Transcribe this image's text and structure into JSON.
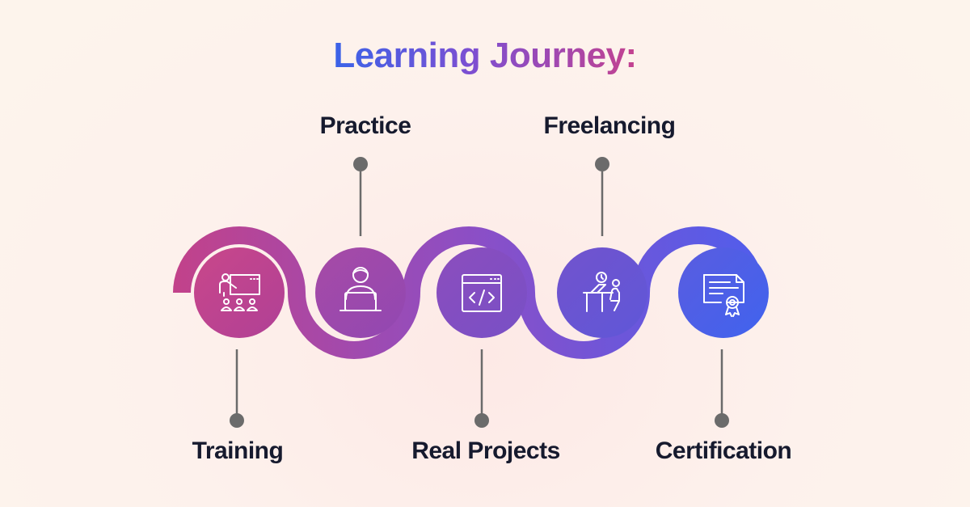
{
  "title": "Learning Journey:",
  "stages": [
    {
      "label": "Training",
      "icon": "presentation-icon",
      "label_position": "bottom"
    },
    {
      "label": "Practice",
      "icon": "laptop-user-icon",
      "label_position": "top"
    },
    {
      "label": "Real Projects",
      "icon": "code-window-icon",
      "label_position": "bottom"
    },
    {
      "label": "Freelancing",
      "icon": "remote-work-icon",
      "label_position": "top"
    },
    {
      "label": "Certification",
      "icon": "certificate-icon",
      "label_position": "bottom"
    }
  ],
  "colors": {
    "gradient_start": "#c2428a",
    "gradient_mid": "#8a4fc7",
    "gradient_end": "#4a5ff0",
    "connector": "#6b6b6b",
    "label": "#161a2e"
  }
}
